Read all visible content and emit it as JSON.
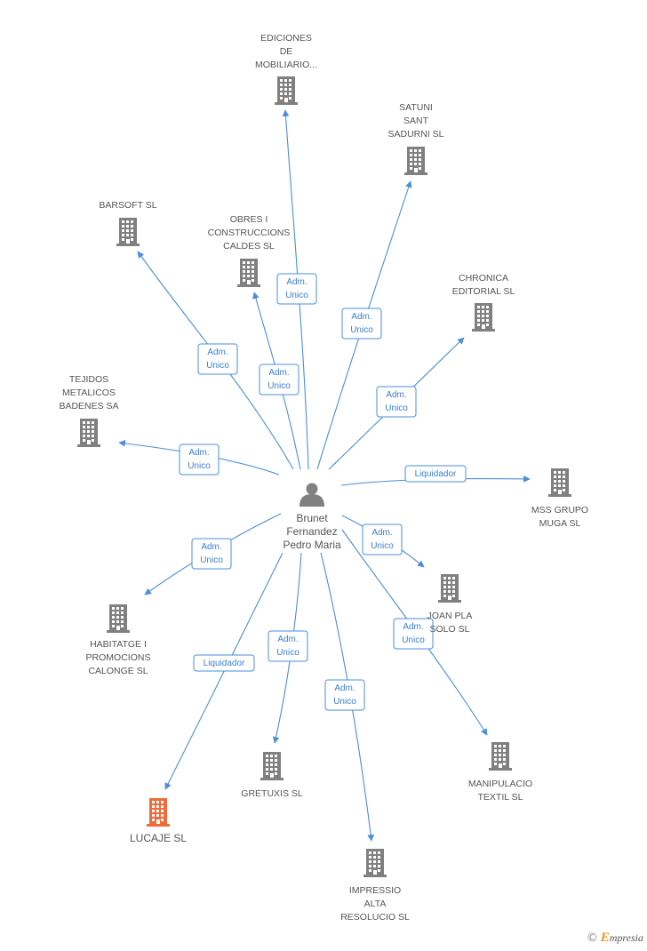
{
  "colors": {
    "edge": "#4a8fdc",
    "building": "#808080",
    "building_highlight": "#f26b3a",
    "person": "#808080",
    "label": "#555555"
  },
  "center": {
    "id": "person",
    "icon": "person-icon",
    "lines": [
      "Brunet",
      "Fernandez",
      "Pedro Maria"
    ]
  },
  "nodes": [
    {
      "id": "ediciones",
      "icon": "building-icon",
      "lines": [
        "EDICIONES",
        "DE",
        "MOBILIARIO..."
      ]
    },
    {
      "id": "satuni",
      "icon": "building-icon",
      "lines": [
        "SATUNI",
        "SANT",
        "SADURNI SL"
      ]
    },
    {
      "id": "barsoft",
      "icon": "building-icon",
      "lines": [
        "BARSOFT SL"
      ]
    },
    {
      "id": "obres",
      "icon": "building-icon",
      "lines": [
        "OBRES I",
        "CONSTRUCCIONS",
        "CALDES  SL"
      ]
    },
    {
      "id": "chronica",
      "icon": "building-icon",
      "lines": [
        "CHRONICA",
        "EDITORIAL SL"
      ]
    },
    {
      "id": "tejidos",
      "icon": "building-icon",
      "lines": [
        "TEJIDOS",
        "METALICOS",
        "BADENES SA"
      ]
    },
    {
      "id": "mss",
      "icon": "building-icon",
      "lines": [
        "MSS GRUPO",
        "MUGA SL"
      ]
    },
    {
      "id": "joanpla",
      "icon": "building-icon",
      "lines": [
        "JOAN PLA",
        "SOLO SL"
      ]
    },
    {
      "id": "habitatge",
      "icon": "building-icon",
      "lines": [
        "HABITATGE I",
        "PROMOCIONS",
        "CALONGE SL"
      ]
    },
    {
      "id": "manipulacio",
      "icon": "building-icon",
      "lines": [
        "MANIPULACIO",
        "TEXTIL SL"
      ]
    },
    {
      "id": "gretuxis",
      "icon": "building-icon",
      "lines": [
        "GRETUXIS SL"
      ]
    },
    {
      "id": "lucaje",
      "icon": "building-icon",
      "lines": [
        "LUCAJE SL"
      ],
      "highlight": true
    },
    {
      "id": "impressio",
      "icon": "building-icon",
      "lines": [
        "IMPRESSIO",
        "ALTA",
        "RESOLUCIO SL"
      ]
    }
  ],
  "edges": [
    {
      "to": "ediciones",
      "lines": [
        "Adm.",
        "Unico"
      ]
    },
    {
      "to": "satuni",
      "lines": [
        "Adm.",
        "Unico"
      ]
    },
    {
      "to": "barsoft",
      "lines": [
        "Adm.",
        "Unico"
      ]
    },
    {
      "to": "obres",
      "lines": [
        "Adm.",
        "Unico"
      ]
    },
    {
      "to": "chronica",
      "lines": [
        "Adm.",
        "Unico"
      ]
    },
    {
      "to": "tejidos",
      "lines": [
        "Adm.",
        "Unico"
      ]
    },
    {
      "to": "mss",
      "lines": [
        "Liquidador"
      ]
    },
    {
      "to": "joanpla",
      "lines": [
        "Adm.",
        "Unico"
      ]
    },
    {
      "to": "habitatge",
      "lines": [
        "Adm.",
        "Unico"
      ]
    },
    {
      "to": "manipulacio",
      "lines": [
        "Adm.",
        "Unico"
      ]
    },
    {
      "to": "gretuxis",
      "lines": [
        "Adm.",
        "Unico"
      ]
    },
    {
      "to": "lucaje",
      "lines": [
        "Liquidador"
      ]
    },
    {
      "to": "impressio",
      "lines": [
        "Adm.",
        "Unico"
      ]
    }
  ],
  "footer": {
    "copyright": "©",
    "brand_initial": "E",
    "brand_rest": "mpresia"
  }
}
